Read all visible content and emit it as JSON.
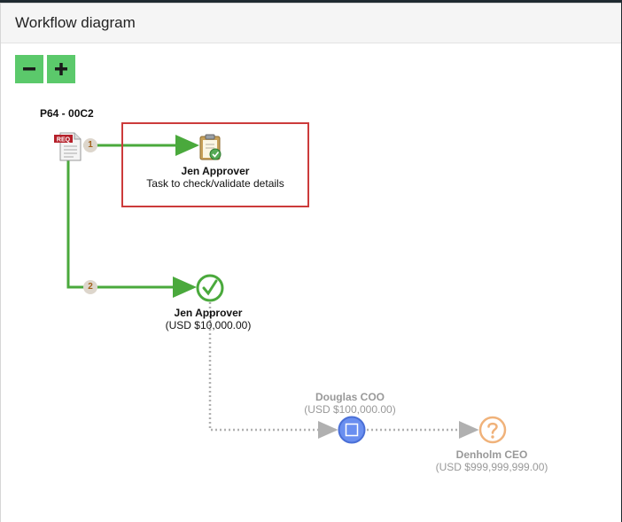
{
  "dialog": {
    "title": "Workflow diagram"
  },
  "toolbar": {
    "zoom_out_icon": "minus-icon",
    "zoom_in_icon": "plus-icon"
  },
  "request": {
    "badge_text": "REQ",
    "title": "P64 - 00C2"
  },
  "branches": [
    {
      "step": "1"
    },
    {
      "step": "2"
    }
  ],
  "nodes": {
    "task": {
      "name": "Jen Approver",
      "description": "Task to check/validate details",
      "icon": "clipboard-check-icon"
    },
    "jen": {
      "name": "Jen Approver",
      "amount": "(USD $10,000.00)",
      "icon": "checkmark-circle-icon"
    },
    "douglas": {
      "name": "Douglas COO",
      "amount": "(USD $100,000.00)",
      "icon": "square-circle-icon"
    },
    "denholm": {
      "name": "Denholm CEO",
      "amount": "(USD $999,999,999.00)",
      "icon": "question-circle-icon"
    }
  },
  "colors": {
    "approved_line": "#4aa93c",
    "pending_line": "#b0b0b0",
    "task_border": "#cc3b3b",
    "current_node": "#6a8ff0",
    "unknown_node": "#f0b27a",
    "button": "#5bc96b"
  }
}
